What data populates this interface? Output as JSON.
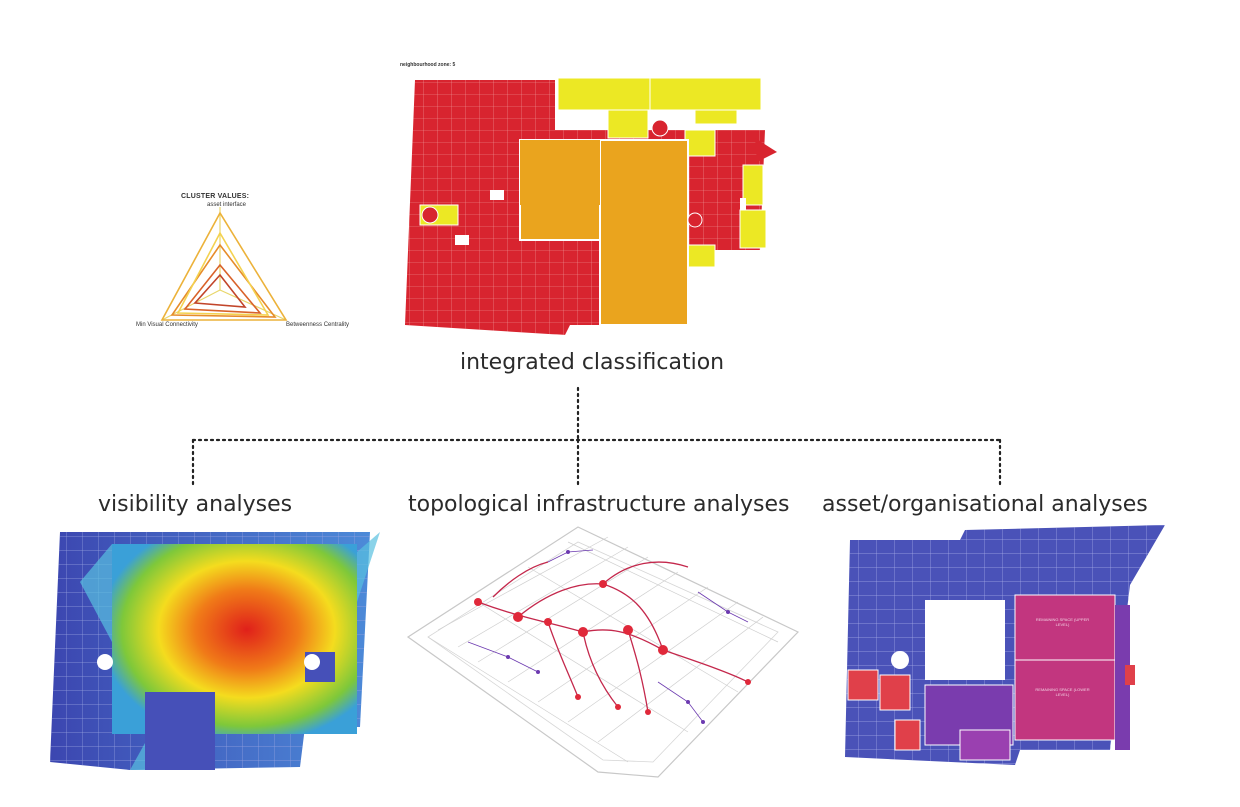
{
  "radar": {
    "title": "CLUSTER VALUES:",
    "axes": [
      "asset interface",
      "Min Visual Connectivity",
      "Betweenness Centrality"
    ]
  },
  "classification": {
    "caption": "integrated classification",
    "legend": "neighbourhood zone: 5",
    "colors": {
      "red": "#d8242f",
      "orange": "#eaa41e",
      "yellow": "#ece824"
    }
  },
  "analyses": [
    {
      "id": "visibility",
      "label": "visibility analyses"
    },
    {
      "id": "topological",
      "label": "topological infrastructure analyses"
    },
    {
      "id": "asset",
      "label": "asset/organisational analyses"
    }
  ],
  "asset_map": {
    "room_labels": [
      "REMAINING SPACE (UPPER LEVEL)",
      "REMAINING SPACE (LOWER LEVEL)"
    ],
    "colors": {
      "blue": "#4a52b8",
      "magenta": "#c2367f",
      "red": "#e0404a",
      "purple": "#7a3cae"
    }
  }
}
